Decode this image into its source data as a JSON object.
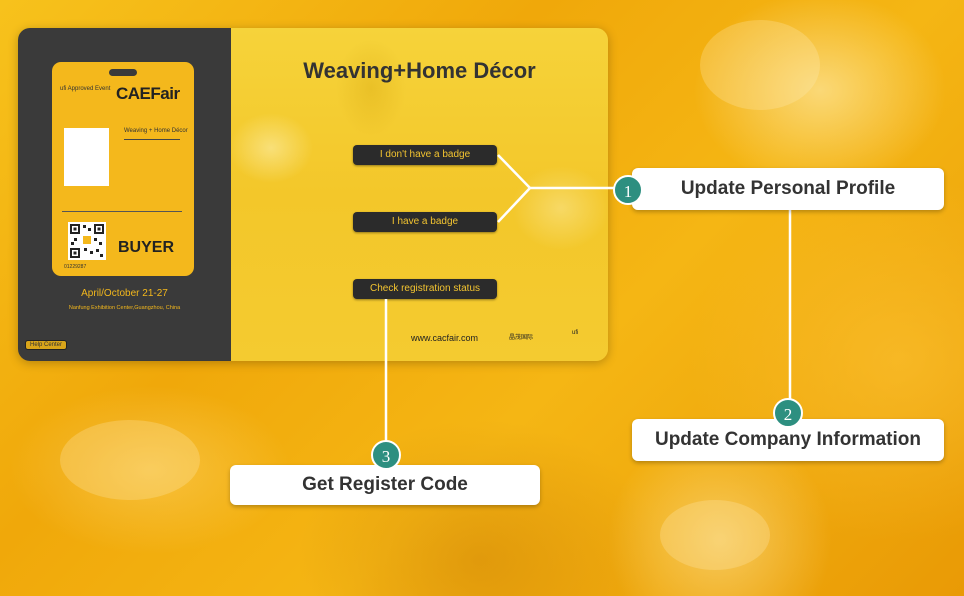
{
  "badge": {
    "ufi_label": "ufi Approved Event",
    "logo": "CAEFair",
    "event_name": "Weaving + Home Décor",
    "qr_number": "01229287",
    "role": "BUYER"
  },
  "sidebar": {
    "dates": "April/October 21-27",
    "venue": "Nanfung Exhibition Center,Guangzhou, China",
    "help_button": "Help Center"
  },
  "main": {
    "title": "Weaving+Home Décor",
    "buttons": {
      "no_badge": "I don't have a badge",
      "have_badge": "I have a badge",
      "check_status": "Check registration status"
    },
    "website": "www.cacfair.com",
    "footer_logo_1": "晶茂国际",
    "footer_logo_2": "ufi"
  },
  "callouts": {
    "one": {
      "number": "1",
      "label": "Update Personal Profile"
    },
    "two": {
      "number": "2",
      "label": "Update Company Information"
    },
    "three": {
      "number": "3",
      "label": "Get Register Code"
    }
  },
  "colors": {
    "accent_yellow": "#f4b81c",
    "dark_panel": "#3a3a3a",
    "teal": "#2d8f80"
  }
}
